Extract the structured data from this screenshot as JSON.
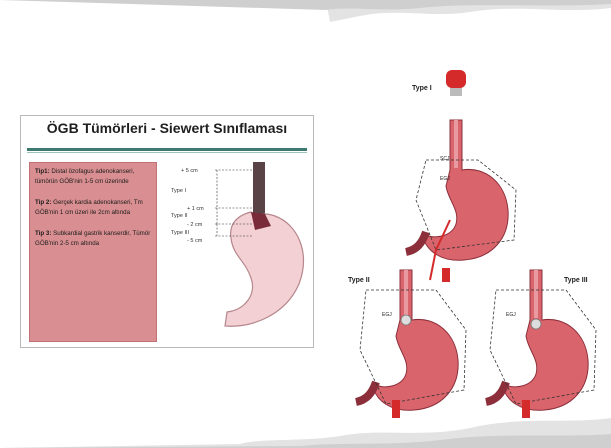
{
  "slide_title": "ÖGB Tümörleri - Siewert Sınıflaması",
  "tip1_label": "Tip1:",
  "tip1_text": "Distal özofagus adenokanseri, tümörün GÖB'nin 1-5 cm üzerinde",
  "tip2_label": "Tip 2:",
  "tip2_text": "Gerçek kardia adenokanseri, Tm GÖB'nin 1 cm üzeri ile 2cm altında",
  "tip3_label": "Tip 3:",
  "tip3_text": "Subkardial gastrik kanserdir, Tümör GÖB'nin 2-5 cm altında",
  "mini_diagram": {
    "plus5": "+ 5 cm",
    "type1": "Type I",
    "plus1": "+ 1 cm",
    "type2": "Type II",
    "minus2": "- 2 cm",
    "type3": "Type III",
    "minus5": "- 5 cm"
  },
  "big_diagram": {
    "type1": "Type I",
    "type2": "Type II",
    "type3": "Type III",
    "scj": "SCJ",
    "egj": "EGJ",
    "egj2": "EGJ",
    "egj3": "EGJ"
  },
  "colors": {
    "textbox": "#d98f91",
    "accent_rule": "#3d7a6f",
    "stomach": "#d9646c",
    "vessel": "#d42a2a"
  }
}
